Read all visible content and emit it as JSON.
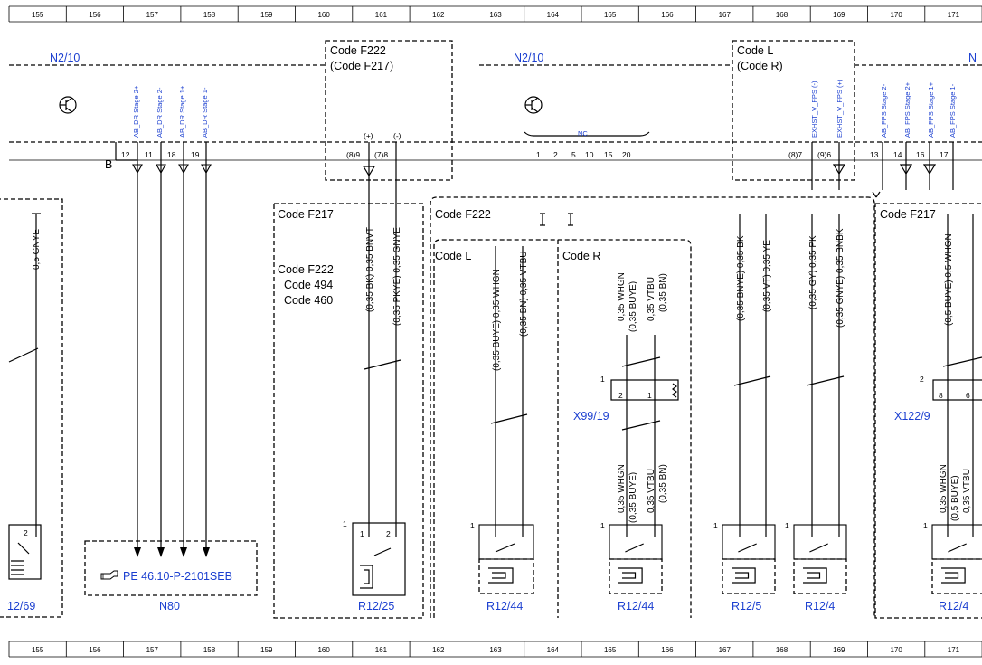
{
  "ruler": [
    "155",
    "156",
    "157",
    "158",
    "159",
    "160",
    "161",
    "162",
    "163",
    "164",
    "165",
    "166",
    "167",
    "168",
    "169",
    "170",
    "171"
  ],
  "modules": {
    "n2_10_left": "N2/10",
    "n2_10_right": "N2/10",
    "n_cut": "N"
  },
  "codes": {
    "f222_f217_top": "Code F222",
    "f222_f217_top_b": "(Code F217)",
    "l_r_top": "Code L",
    "l_r_top_b": "(Code R)",
    "f217_left": "Code F217",
    "f222_sub": "Code F222",
    "f222_block_1": "Code F222",
    "f222_block_2": "Code 494",
    "f222_block_3": "Code 460",
    "code_l": "Code L",
    "code_r": "Code R",
    "f217_right": "Code F217"
  },
  "signals_left": [
    "AB_DR Stage 2+",
    "AB_DR Stage 2-",
    "AB_DR Stage 1+",
    "AB_DR Stage 1-"
  ],
  "pins_left": [
    "12",
    "11",
    "18",
    "19"
  ],
  "bus_label": "B",
  "pins_mid": {
    "a": "(8)9",
    "b": "(7)8",
    "plus": "(+)",
    "minus": "(-)"
  },
  "nc": {
    "label": "NC",
    "pins": [
      "1",
      "2",
      "5",
      "10",
      "15",
      "20"
    ]
  },
  "signals_exhst": [
    "EXHST_V_FPS (-)",
    "EXHST_V_FPS (+)"
  ],
  "pins_exhst": [
    "(8)7",
    "(9)6"
  ],
  "signals_right": [
    "AB_FPS Stage 2-",
    "AB_FPS Stage 2+",
    "AB_FPS Stage 1+",
    "AB_FPS Stage 1-"
  ],
  "pins_right": [
    "13",
    "14",
    "16",
    "17"
  ],
  "wires": {
    "left_gnye": "0,5 GNYE",
    "r12_25_a": "(0,35 BK) 0,35 BNVT",
    "r12_25_b": "(0,35 PKYE) 0,35 GNYE",
    "l_a": "(0,35 BUYE) 0,35 WHGN",
    "l_b": "(0,35 BN) 0,35 VTBU",
    "r_a": "0,35 WHGN",
    "r_b": "(0,35 BUYE)",
    "r_c": "0,35 VTBU",
    "r_d": "(0,35 BN)",
    "r_lo_a": "0,35 WHGN",
    "r_lo_b": "(0,35 BUYE)",
    "r_lo_c": "0,35 VTBU",
    "r_lo_d": "(0,35 BN)",
    "r12_5_a": "(0,35 BNYE) 0,35 BK",
    "r12_5_b": "(0,35 VT) 0,35 YE",
    "r12_4_a": "(0,35 GY) 0,35 PK",
    "r12_4_b": "(0,35 GNYE) 0,35 BNBK",
    "f217r_a": "(0,5 BUYE) 0,5 WHGN",
    "f217r_lo_a": "0,35 WHGN",
    "f217r_lo_b": "(0,5 BUYE)",
    "f217r_lo_c": "0,35 VTBU"
  },
  "connectors": {
    "x99_19": "X99/19",
    "x99_pin_outer": "1",
    "x99_p2": "2",
    "x99_p1": "1",
    "x122_9": "X122/9",
    "x122_pin_outer": "2",
    "x122_p8": "8",
    "x122_p6": "6"
  },
  "components": {
    "r12_69": "12/69",
    "n80": "N80",
    "ref": "PE 46.10-P-2101SEB",
    "r12_25": "R12/25",
    "r12_44_a": "R12/44",
    "r12_44_b": "R12/44",
    "r12_5": "R12/5",
    "r12_4": "R12/4",
    "r12_cut": "R12/4"
  },
  "comp_pins": {
    "one": "1",
    "two": "2"
  },
  "colors": {
    "text": "#000000",
    "link": "#1b3fd0",
    "background": "#ffffff"
  }
}
